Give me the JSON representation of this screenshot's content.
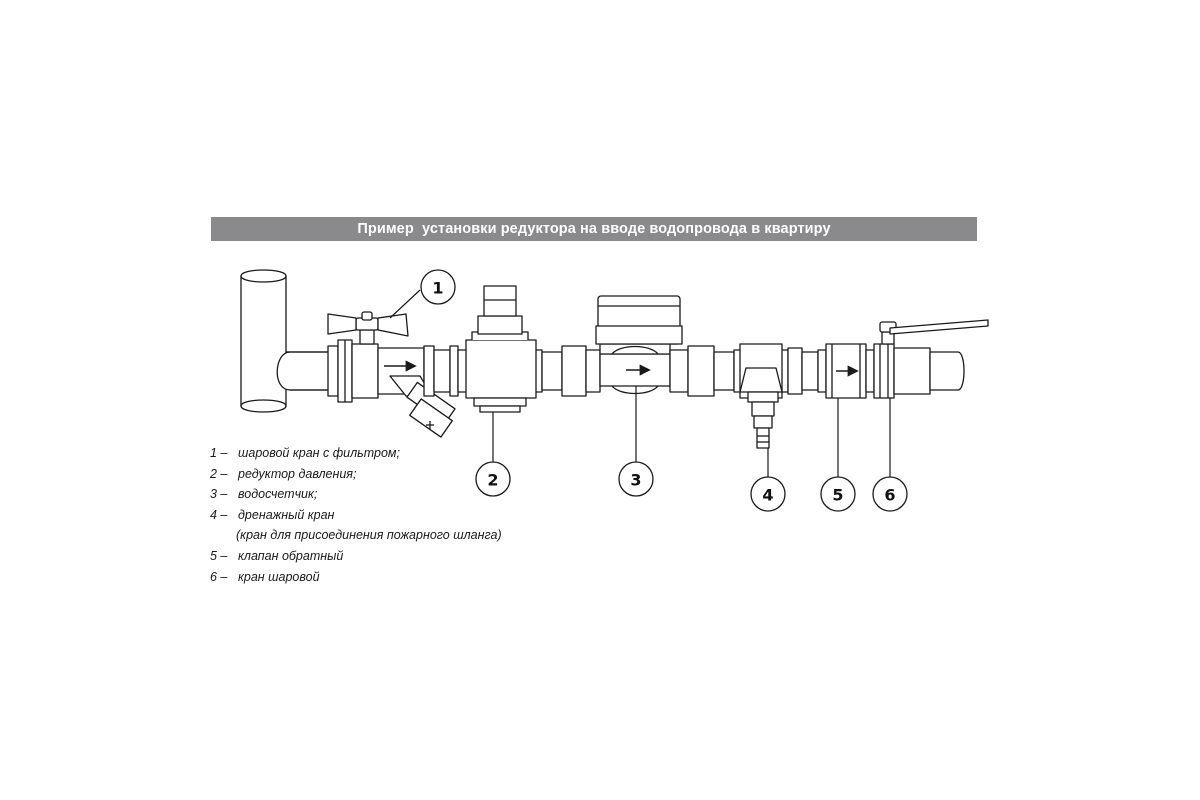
{
  "title": "Пример  установки редуктора на вводе водопровода в квартиру",
  "callouts": [
    "1",
    "2",
    "3",
    "4",
    "5",
    "6"
  ],
  "legend": [
    {
      "num": "1 –",
      "text": "шаровой кран с фильтром;"
    },
    {
      "num": "2 –",
      "text": "редуктор давления;"
    },
    {
      "num": "3 –",
      "text": "водосчетчик;"
    },
    {
      "num": "4 –",
      "text": "дренажный кран"
    },
    {
      "num": "",
      "text": "(кран для присоединения пожарного шланга)"
    },
    {
      "num": "5 –",
      "text": "клапан обратный"
    },
    {
      "num": "6 –",
      "text": "кран шаровой"
    }
  ],
  "colors": {
    "banner": "#8a8a8c",
    "line": "#1a1a1a"
  }
}
